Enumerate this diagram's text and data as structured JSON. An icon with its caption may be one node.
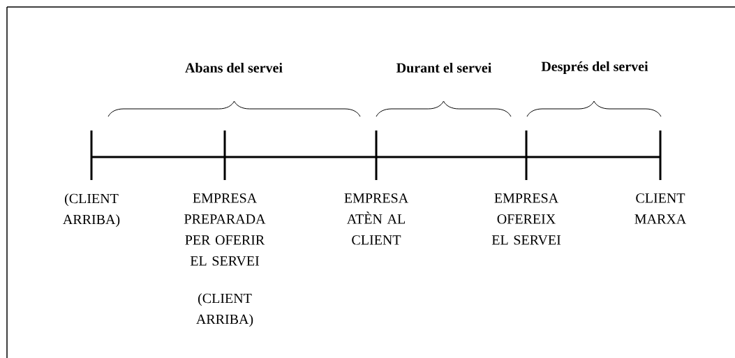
{
  "diagram": {
    "labels": [
      "Abans del servei",
      "Durant el servei",
      "Després del servei",
      "(CLIENT ARRIBA)",
      "EMPRESA PREPARADA PER OFERIR EL SERVEI",
      "EMPRESA ATÈN AL CLIENT",
      "EMPRESA OFEREIX EL SERVEI",
      "CLIENT MARXA",
      "(CLIENT ARRIBA)"
    ]
  }
}
